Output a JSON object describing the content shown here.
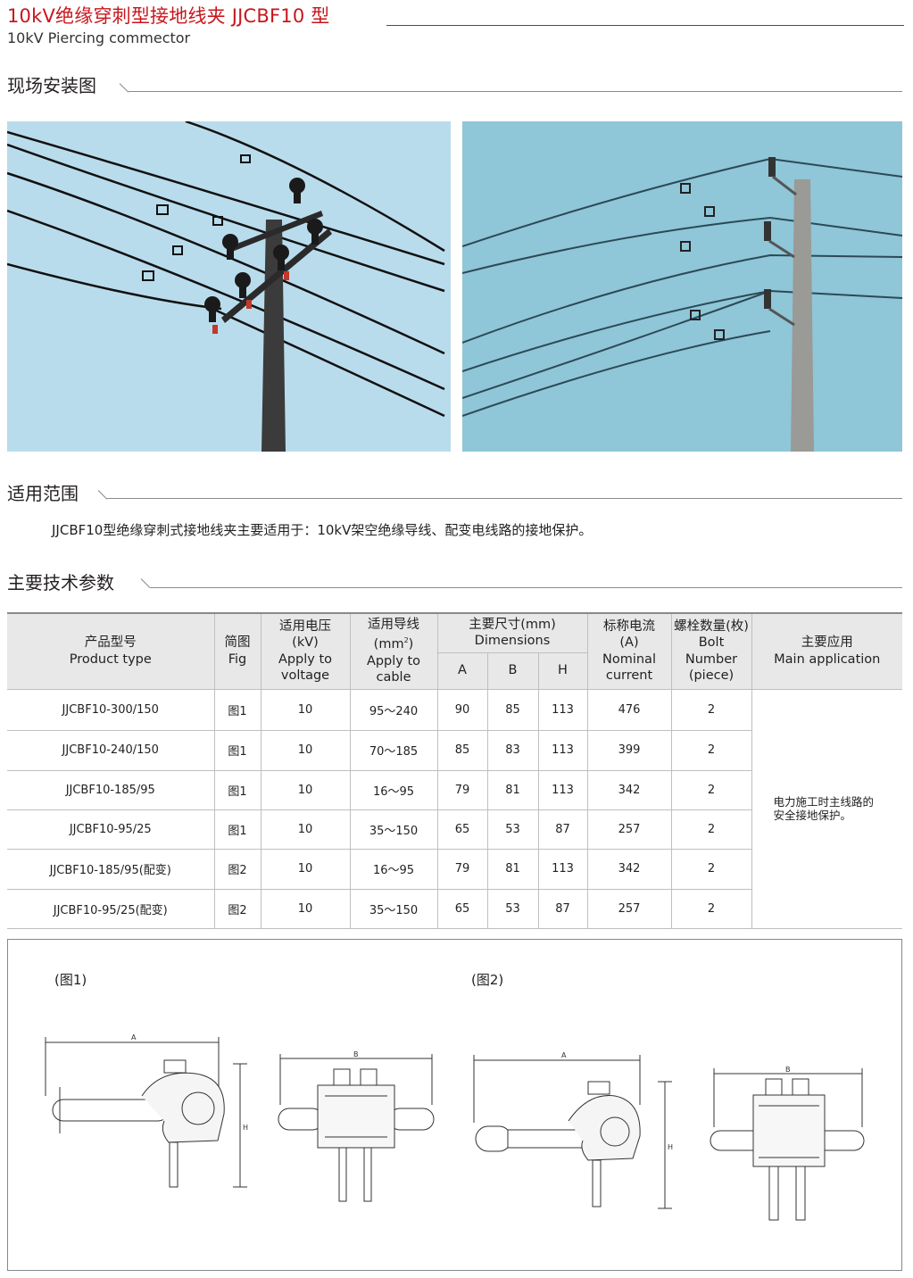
{
  "header": {
    "title": "10kV绝缘穿刺型接地线夹 JJCBF10 型",
    "subtitle": "10kV Piercing commector"
  },
  "sections": {
    "install": "现场安装图",
    "scope": "适用范围",
    "params": "主要技术参数"
  },
  "scope_text": "JJCBF10型绝缘穿刺式接地线夹主要适用于：10kV架空绝缘导线、配变电线路的接地保护。",
  "table": {
    "headers": {
      "product_cn": "产品型号",
      "product_en": "Product type",
      "fig_cn": "简图",
      "fig_en": "Fig",
      "voltage_cn": "适用电压",
      "voltage_unit": "(kV)",
      "voltage_en1": "Apply to",
      "voltage_en2": "voltage",
      "cable_cn": "适用导线",
      "cable_unit": "(mm",
      "cable_sup": "2",
      "cable_unit_end": ")",
      "cable_en1": "Apply to",
      "cable_en2": "cable",
      "dims_cn": "主要尺寸(mm)",
      "dims_en": "Dimensions",
      "dim_a": "A",
      "dim_b": "B",
      "dim_h": "H",
      "current_cn": "标称电流",
      "current_unit": "(A)",
      "current_en1": "Nominal",
      "current_en2": "current",
      "bolt_cn": "螺栓数量(枚)",
      "bolt_en1": "Bolt",
      "bolt_en2": "Number",
      "bolt_en3": "(piece)",
      "app_cn": "主要应用",
      "app_en": "Main application"
    },
    "rows": [
      {
        "type": "JJCBF10-300/150",
        "fig": "图1",
        "voltage": "10",
        "cable": "95～240",
        "a": "90",
        "b": "85",
        "h": "113",
        "current": "476",
        "bolts": "2"
      },
      {
        "type": "JJCBF10-240/150",
        "fig": "图1",
        "voltage": "10",
        "cable": "70～185",
        "a": "85",
        "b": "83",
        "h": "113",
        "current": "399",
        "bolts": "2"
      },
      {
        "type": "JJCBF10-185/95",
        "fig": "图1",
        "voltage": "10",
        "cable": "16～95",
        "a": "79",
        "b": "81",
        "h": "113",
        "current": "342",
        "bolts": "2"
      },
      {
        "type": "JJCBF10-95/25",
        "fig": "图1",
        "voltage": "10",
        "cable": "35～150",
        "a": "65",
        "b": "53",
        "h": "87",
        "current": "257",
        "bolts": "2"
      },
      {
        "type": "JJCBF10-185/95(配变)",
        "fig": "图2",
        "voltage": "10",
        "cable": "16～95",
        "a": "79",
        "b": "81",
        "h": "113",
        "current": "342",
        "bolts": "2"
      },
      {
        "type": "JJCBF10-95/25(配变)",
        "fig": "图2",
        "voltage": "10",
        "cable": "35～150",
        "a": "65",
        "b": "53",
        "h": "87",
        "current": "257",
        "bolts": "2"
      }
    ],
    "application_line1": "电力施工时主线路的",
    "application_line2": "安全接地保护。"
  },
  "figures": {
    "fig1": "(图1)",
    "fig2": "(图2)",
    "dim_a": "A",
    "dim_b": "B",
    "dim_h": "H"
  },
  "colors": {
    "title": "#c8161d",
    "sky_left": "#b9dcec",
    "sky_right": "#8fc6d8",
    "table_header": "#e8e8e8"
  }
}
